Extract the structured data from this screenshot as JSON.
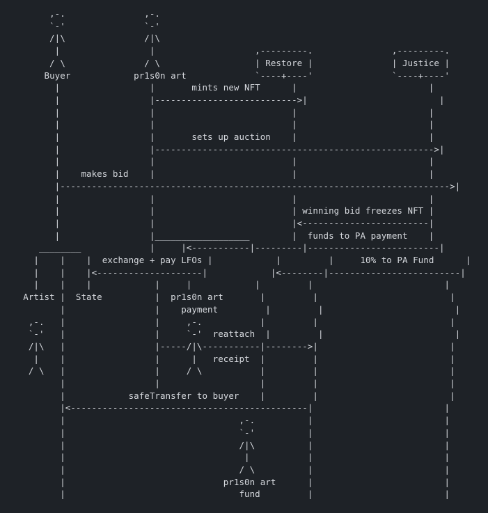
{
  "diagram": {
    "lines": [
      "         ,-.               ,-.",
      "         `-'               `-'",
      "         /|\\               /|\\",
      "          |                 |                   ,---------.               ,---------.",
      "         / \\               / \\                  | Restore |               | Justice |",
      "        Buyer            pr1s0n art             `----+----'               `----+----'",
      "          |                 |       mints new NFT      |                         |",
      "          |                 |--------------------------->|                         |",
      "          |                 |                          |                         |",
      "          |                 |                          |                         |",
      "          |                 |       sets up auction    |                         |",
      "          |                 |----------------------------------------------------->|",
      "          |                 |                          |                         |",
      "          |    makes bid    |                          |                         |",
      "          |-------------------------------------------------------------------------->|",
      "          |                 |                          |                         |",
      "          |                 |                          | winning bid freezes NFT |",
      "          |                 |                          |<------------------------|",
      "          |                 |__________________        |  funds to PA payment    |",
      "       ________             |     |<-----------|---------|-------------------------|",
      "      |    |    |  exchange + pay LFOs |            |         |     10% to PA Fund      |",
      "      |    |    |<--------------------|            |<--------|-------------------------|",
      "      |    |    |            |     |            |         |                         |",
      "    Artist |  State          |  pr1s0n art       |         |                         |",
      "           |                 |    payment         |         |                         |",
      "     ,-.   |                 |     ,-.           |         |                         |",
      "     `-'   |                 |     `-'  reattach  |         |                         |",
      "     /|\\   |                 |-----/|\\-----------|-------->|                         |",
      "      |    |                 |      |   receipt  |         |                         |",
      "     / \\   |                 |     / \\           |         |                         |",
      "           |                 |                   |         |                         |",
      "           |            safeTransfer to buyer    |         |                         |",
      "           |<---------------------------------------------|                         |",
      "           |                                 ,-.          |                         |",
      "           |                                 `-'          |                         |",
      "           |                                 /|\\          |                         |",
      "           |                                  |           |                         |",
      "           |                                 / \\          |                         |",
      "           |                              pr1s0n art      |                         |",
      "           |                                 fund         |                         |"
    ]
  }
}
